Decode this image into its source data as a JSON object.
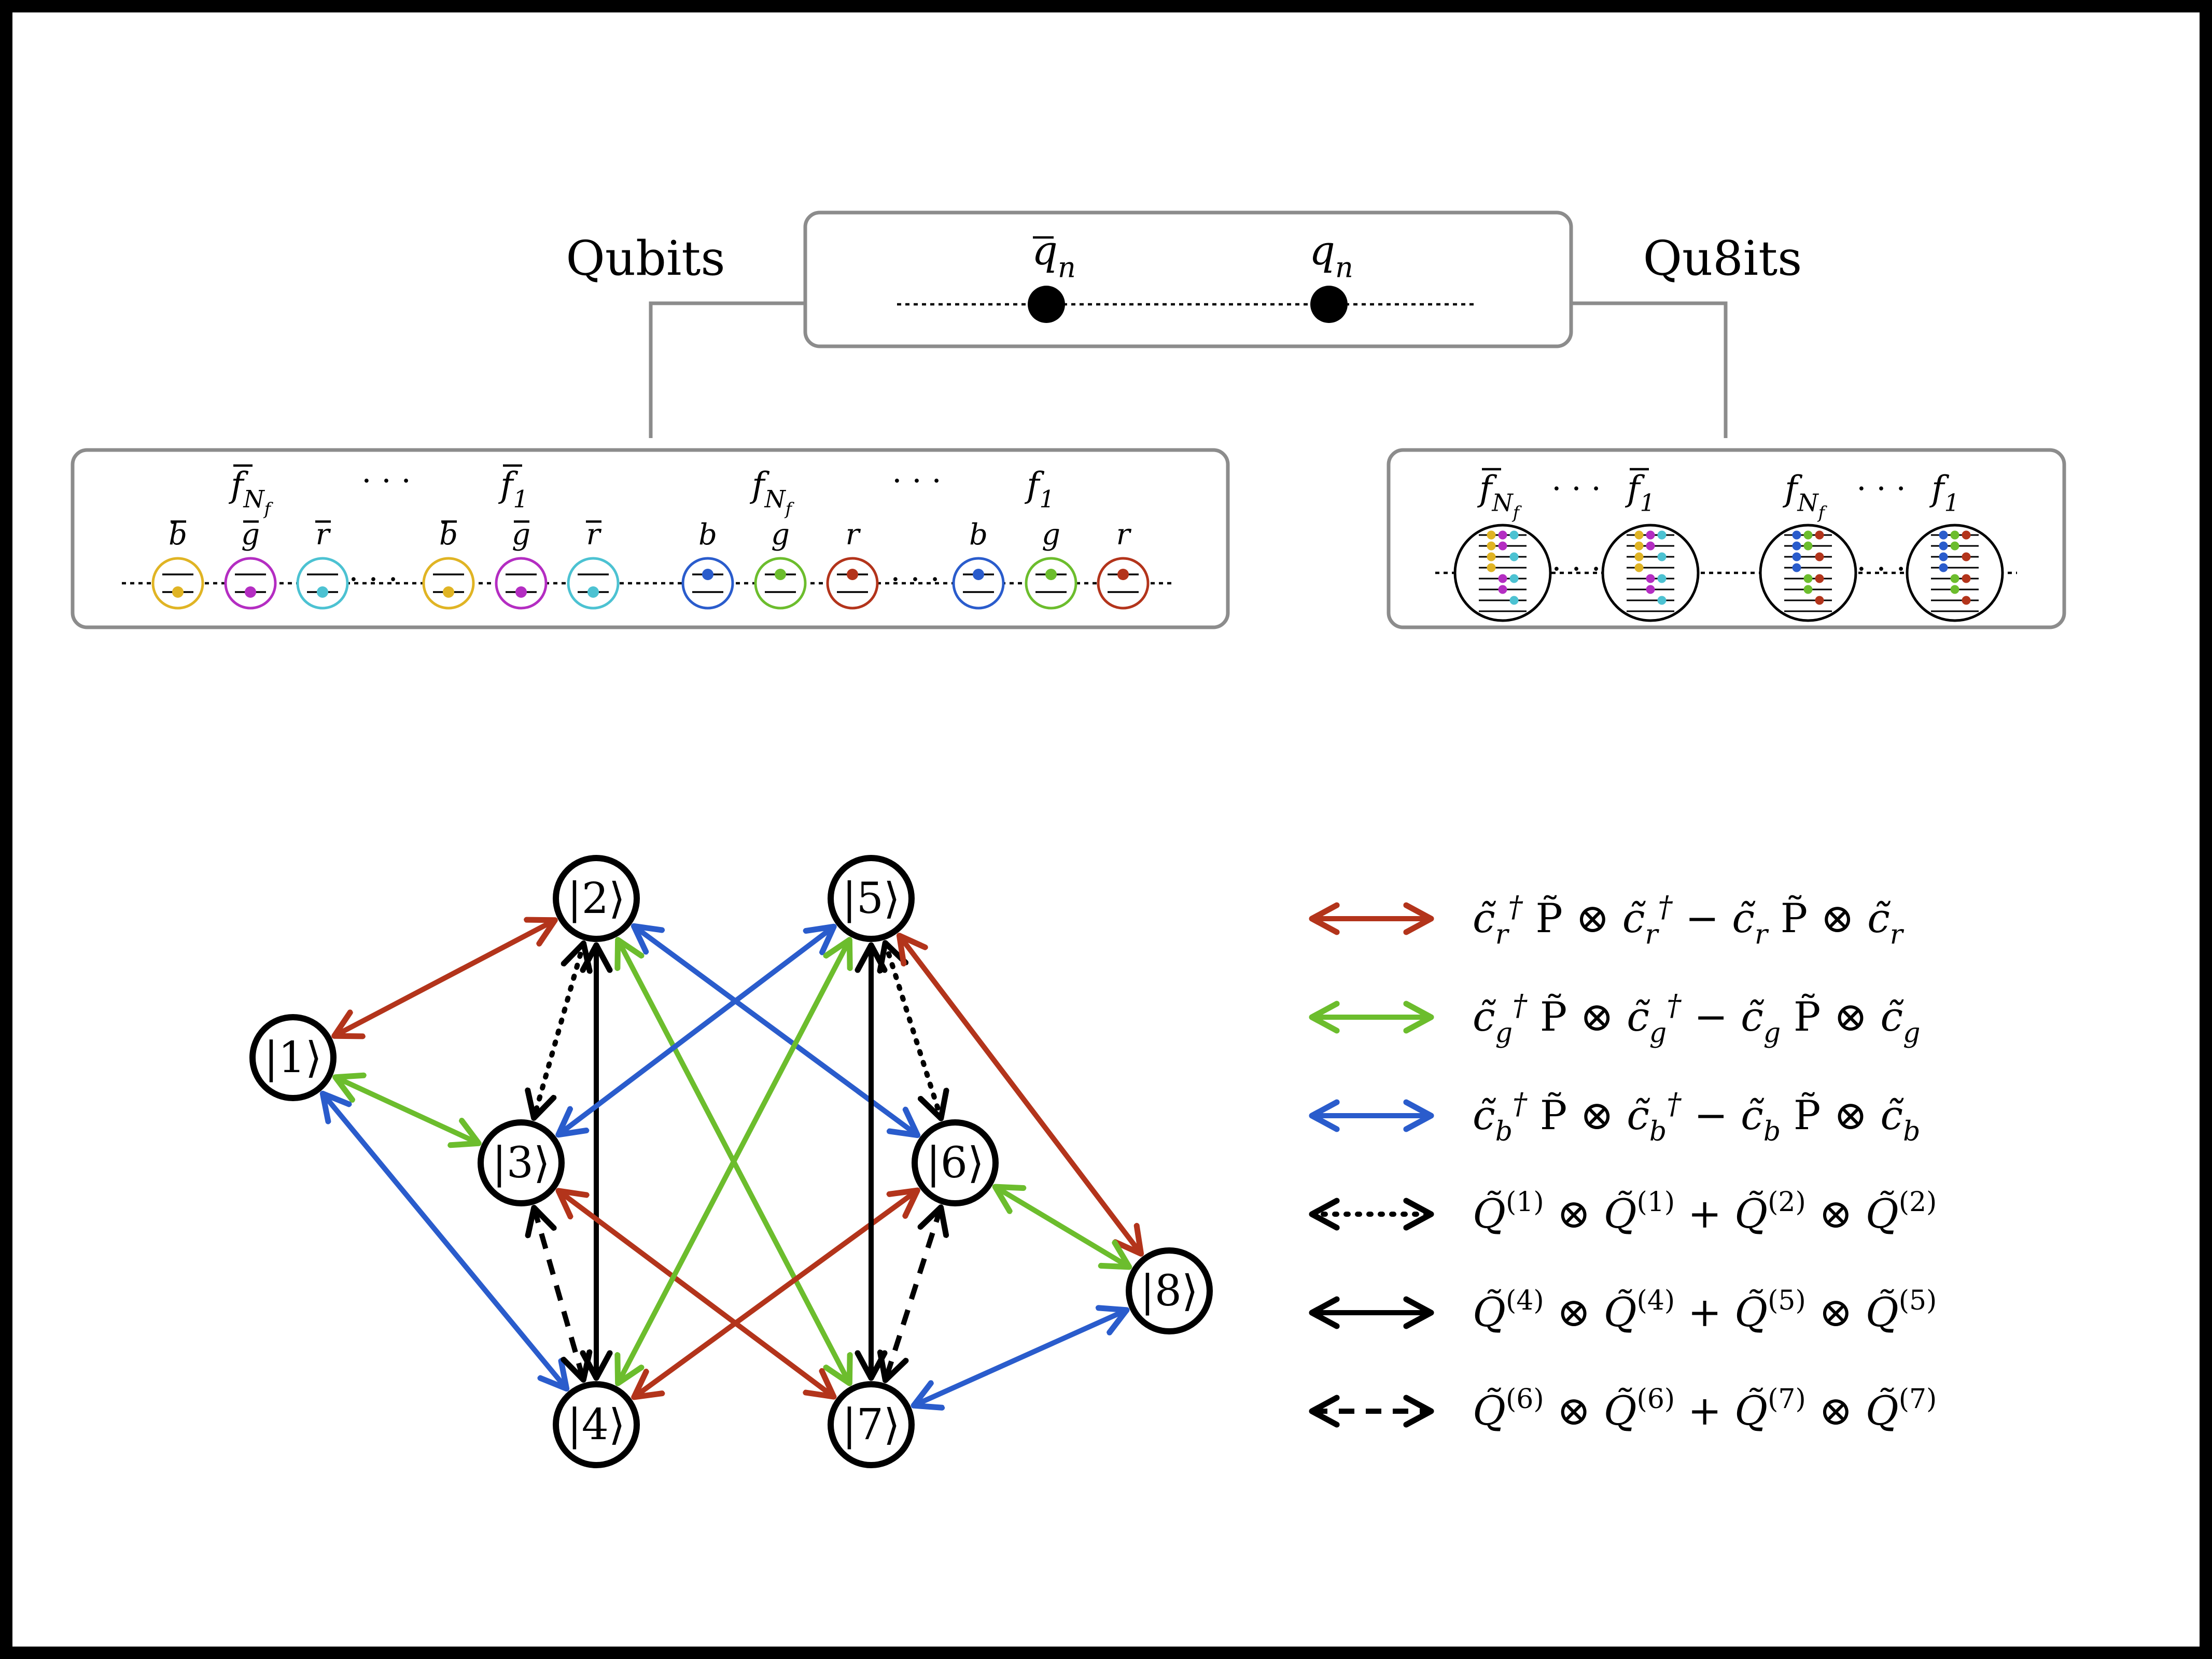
{
  "colors": {
    "red": "#b3341b",
    "green": "#6cbd2d",
    "blue": "#2a5ccc",
    "yellow": "#e0b424",
    "magenta": "#b42dc2",
    "cyan": "#4cc2d2",
    "black": "#000000",
    "frame_gray": "#8c8c8c"
  },
  "top": {
    "left_title": "Qubits",
    "right_title": "Qu8its",
    "quarks": [
      {
        "base": "q",
        "overline": true,
        "sub": "n"
      },
      {
        "base": "q",
        "overline": false,
        "sub": "n"
      }
    ]
  },
  "qubits_panel": {
    "flavors": [
      {
        "base": "f",
        "overline": true,
        "sub": "N",
        "subsub": "f"
      },
      {
        "base": "f",
        "overline": true,
        "sub": "1",
        "subsub": ""
      },
      {
        "base": "f",
        "overline": false,
        "sub": "N",
        "subsub": "f"
      },
      {
        "base": "f",
        "overline": false,
        "sub": "1",
        "subsub": ""
      }
    ],
    "ellipsis": "· · ·",
    "anti_colors": [
      "b",
      "g",
      "r"
    ],
    "colors": [
      "b",
      "g",
      "r"
    ]
  },
  "qu8its_panel": {
    "flavors": [
      {
        "base": "f",
        "overline": true,
        "sub": "N",
        "subsub": "f"
      },
      {
        "base": "f",
        "overline": true,
        "sub": "1",
        "subsub": ""
      },
      {
        "base": "f",
        "overline": false,
        "sub": "N",
        "subsub": "f"
      },
      {
        "base": "f",
        "overline": false,
        "sub": "1",
        "subsub": ""
      }
    ],
    "ellipsis": "· · ·"
  },
  "graph": {
    "states": [
      "|1⟩",
      "|2⟩",
      "|3⟩",
      "|4⟩",
      "|5⟩",
      "|6⟩",
      "|7⟩",
      "|8⟩"
    ],
    "edges": [
      {
        "from": 1,
        "to": 2,
        "style": "red"
      },
      {
        "from": 1,
        "to": 3,
        "style": "green"
      },
      {
        "from": 1,
        "to": 4,
        "style": "blue"
      },
      {
        "from": 2,
        "to": 3,
        "style": "dotted"
      },
      {
        "from": 2,
        "to": 4,
        "style": "solid"
      },
      {
        "from": 2,
        "to": 6,
        "style": "blue"
      },
      {
        "from": 2,
        "to": 7,
        "style": "green"
      },
      {
        "from": 3,
        "to": 5,
        "style": "blue"
      },
      {
        "from": 3,
        "to": 7,
        "style": "red"
      },
      {
        "from": 3,
        "to": 4,
        "style": "dashed"
      },
      {
        "from": 4,
        "to": 5,
        "style": "green"
      },
      {
        "from": 4,
        "to": 6,
        "style": "red"
      },
      {
        "from": 5,
        "to": 6,
        "style": "dotted"
      },
      {
        "from": 5,
        "to": 7,
        "style": "solid"
      },
      {
        "from": 5,
        "to": 8,
        "style": "red"
      },
      {
        "from": 6,
        "to": 7,
        "style": "dashed"
      },
      {
        "from": 6,
        "to": 8,
        "style": "green"
      },
      {
        "from": 7,
        "to": 8,
        "style": "blue"
      }
    ]
  },
  "legend": [
    {
      "style": "red",
      "terms": [
        "c̃",
        "r",
        "†",
        " P̃ ⊗ ",
        "c̃",
        "r",
        "†",
        " − ",
        "c̃",
        "r",
        "",
        " P̃ ⊗ ",
        "c̃",
        "r",
        ""
      ]
    },
    {
      "style": "green",
      "terms": [
        "c̃",
        "g",
        "†",
        " P̃ ⊗ ",
        "c̃",
        "g",
        "†",
        " − ",
        "c̃",
        "g",
        "",
        " P̃ ⊗ ",
        "c̃",
        "g",
        ""
      ]
    },
    {
      "style": "blue",
      "terms": [
        "c̃",
        "b",
        "†",
        " P̃ ⊗ ",
        "c̃",
        "b",
        "†",
        " − ",
        "c̃",
        "b",
        "",
        " P̃ ⊗ ",
        "c̃",
        "b",
        ""
      ]
    },
    {
      "style": "dotted",
      "q": [
        "1",
        "1",
        "2",
        "2"
      ]
    },
    {
      "style": "solid",
      "q": [
        "4",
        "4",
        "5",
        "5"
      ]
    },
    {
      "style": "dashed",
      "q": [
        "6",
        "6",
        "7",
        "7"
      ]
    }
  ],
  "legend_text": {
    "red": "c̃_r^† P̃ ⊗ c̃_r^† − c̃_r P̃ ⊗ c̃_r",
    "green": "c̃_g^† P̃ ⊗ c̃_g^† − c̃_g P̃ ⊗ c̃_g",
    "blue": "c̃_b^† P̃ ⊗ c̃_b^† − c̃_b P̃ ⊗ c̃_b",
    "dotted": "Q̃^(1) ⊗ Q̃^(1) + Q̃^(2) ⊗ Q̃^(2)",
    "solid": "Q̃^(4) ⊗ Q̃^(4) + Q̃^(5) ⊗ Q̃^(5)",
    "dashed": "Q̃^(6) ⊗ Q̃^(6) + Q̃^(7) ⊗ Q̃^(7)"
  }
}
